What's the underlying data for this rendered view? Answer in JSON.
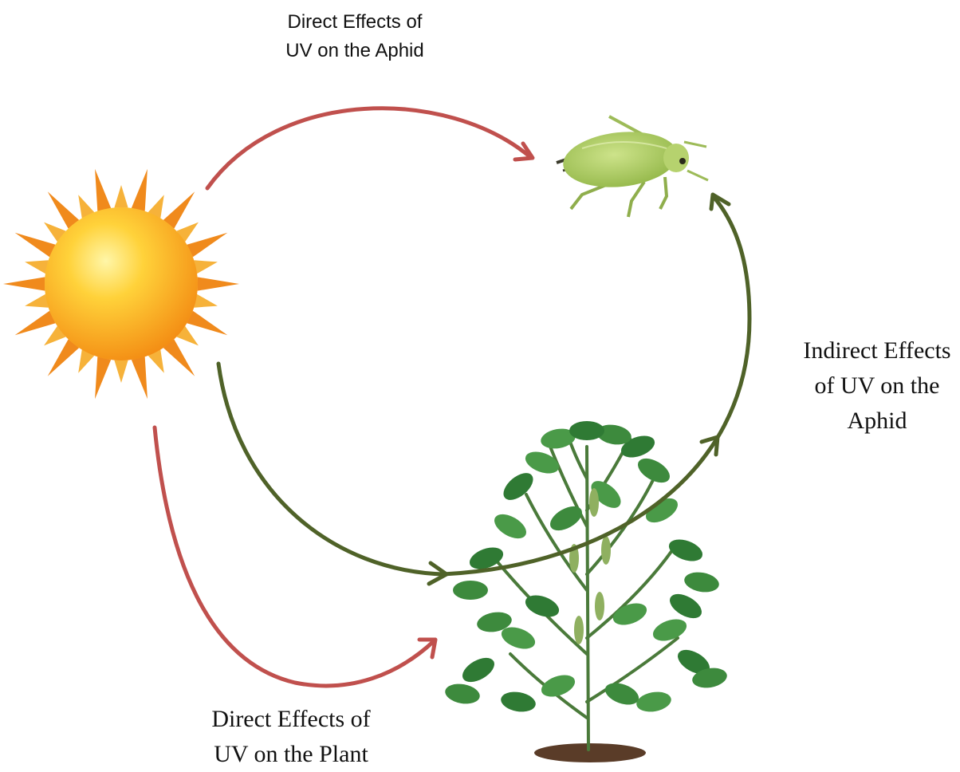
{
  "labels": {
    "direct_aphid": [
      "Direct Effects of",
      "UV on the Aphid"
    ],
    "indirect_aphid": [
      "Indirect Effects",
      "of UV on the",
      "Aphid"
    ],
    "direct_plant": [
      "Direct Effects of",
      "UV on the Plant"
    ]
  },
  "colors": {
    "direct_arrow": "#c0504d",
    "indirect_arrow": "#4f6228",
    "sun_core": "#f7a51c",
    "sun_rays": "#f08a1c",
    "aphid_body": "#a9c95a",
    "plant_leaf": "#3d8a3d",
    "soil": "#5a3c28"
  },
  "icons": [
    "sun-icon",
    "aphid-icon",
    "plant-icon"
  ]
}
